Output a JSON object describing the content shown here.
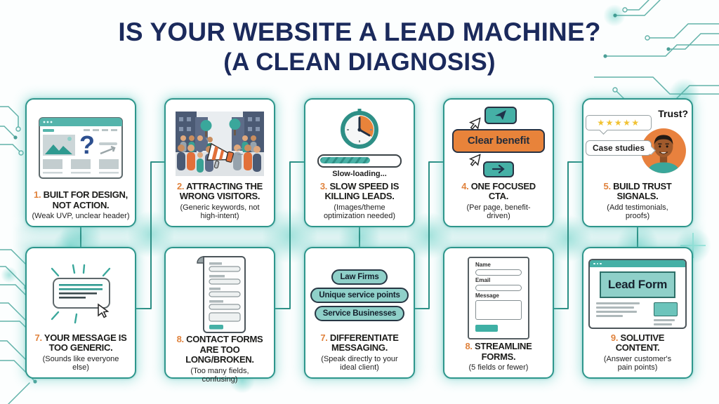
{
  "title": {
    "line1": "IS YOUR WEBSITE A LEAD MACHINE?",
    "line2": "(A CLEAN DIAGNOSIS)"
  },
  "colors": {
    "teal_border": "#2e968c",
    "teal_fill": "#45b0a6",
    "teal_light": "#8fd0c9",
    "orange_accent": "#e0823c",
    "orange_fill": "#e8833a",
    "navy_title": "#1b2a5c",
    "text_dark": "#1c1c1a",
    "star_yellow": "#f1c232"
  },
  "cards": [
    {
      "number": "1.",
      "title": "BUILT FOR DESIGN, NOT ACTION.",
      "subtitle": "(Weak UVP, unclear header)",
      "icon": "website-question-icon",
      "question_mark": "?"
    },
    {
      "number": "2.",
      "title": "ATTRACTING THE WRONG VISITORS.",
      "subtitle": "(Generic keywords, not high-intent)",
      "icon": "crowd-megaphone-icon"
    },
    {
      "number": "3.",
      "title": "SLOW SPEED IS KILLING LEADS.",
      "subtitle": "(Images/theme optimization needed)",
      "icon": "clock-icon",
      "loading_label": "Slow-loading..."
    },
    {
      "number": "4.",
      "title": "ONE FOCUSED CTA.",
      "subtitle": "(Per page, benefit-driven)",
      "icon": "cta-buttons-icon",
      "cta_label": "Clear benefit"
    },
    {
      "number": "5.",
      "title": "BUILD TRUST SIGNALS.",
      "subtitle": "(Add testimonials, proofs)",
      "icon": "trust-avatar-icon",
      "trust_label": "Trust?",
      "stars": "★★★★★",
      "bubble_label": "Case studies"
    },
    {
      "number": "7.",
      "title": "YOUR MESSAGE IS TOO GENERIC.",
      "subtitle": "(Sounds like everyone else)",
      "icon": "generic-message-icon"
    },
    {
      "number": "8.",
      "title": "CONTACT FORMS ARE TOO LONG/BROKEN.",
      "subtitle": "(Too many fields, confusing)",
      "icon": "long-form-icon"
    },
    {
      "number": "7.",
      "title": "DIFFERENTIATE MESSAGING.",
      "subtitle": "(Speak directly to your ideal client)",
      "icon": "segment-pills-icon",
      "pills": [
        "Law Firms",
        "Unique service points",
        "Service Businesses"
      ]
    },
    {
      "number": "8.",
      "title": "STREAMLINE FORMS.",
      "subtitle": "(5 fields or fewer)",
      "icon": "simple-form-icon",
      "form_labels": [
        "Name",
        "Email",
        "Message"
      ]
    },
    {
      "number": "9.",
      "title": "SOLUTIVE CONTENT.",
      "subtitle": "(Answer customer's pain points)",
      "icon": "lead-form-page-icon",
      "lead_form_label": "Lead Form"
    }
  ]
}
